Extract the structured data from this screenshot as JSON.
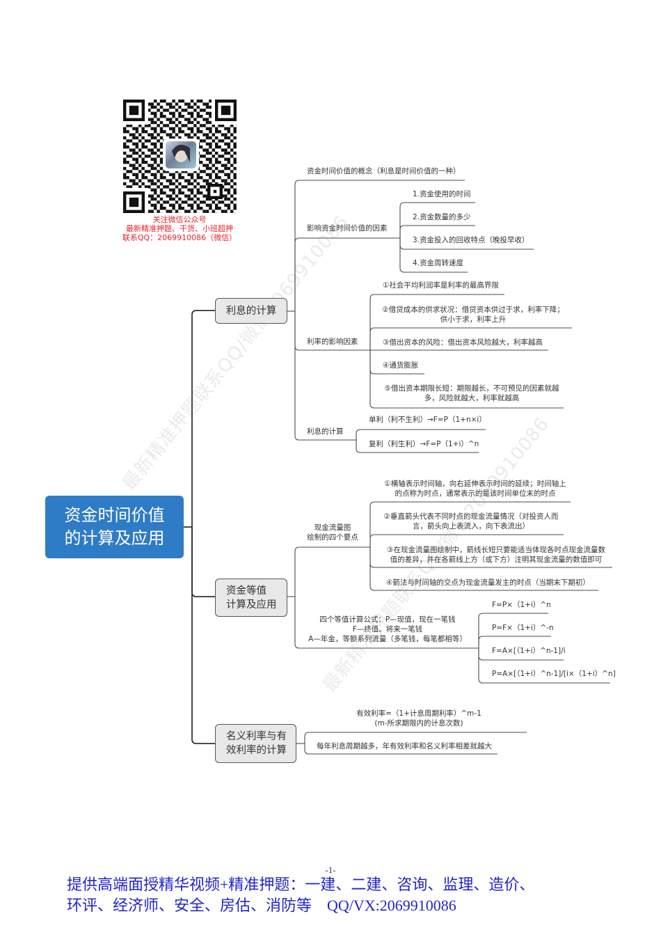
{
  "qr": {
    "icon": "qr-code-icon",
    "avatar_icon": "avatar-photo",
    "caption": "关注微信公众号\n最新精准押题、干货、小班超押\n联系QQ：2069910086（微信）"
  },
  "watermark": "最新精准押题联系QQ/微信2069910086",
  "mindmap": {
    "root": "资金时间价值\n的计算及应用",
    "colors": {
      "root_fill": "#2e7bc6",
      "branch_fill": "#e8e8e8",
      "line": "#4a4a4a"
    },
    "branches": [
      {
        "label": "利息的计算",
        "children": [
          {
            "label": "资金时间价值的概念（利息是时间价值的一种）"
          },
          {
            "label": "影响资金时间价值的因素",
            "children": [
              "1.资金使用的时间",
              "2.资金数量的多少",
              "3.资金投入的回收特点（晚投早收）",
              "4.资金周转速度"
            ]
          },
          {
            "label": "利率的影响因素",
            "children": [
              "①社会平均利润率是利率的最高界限",
              "②借贷成本的供求状况：借贷资本供过于求，利率下降；\n供小于求，利率上升",
              "③借出资本的风险：借出资本风险越大，利率越高",
              "④通货膨胀",
              "⑤借出资本期限长短：期限越长，不可预见的因素就越\n多，风险就越大，利率就越高"
            ]
          },
          {
            "label": "利息的计算",
            "children": [
              "单利（利不生利）→F=P（1+n×i）",
              "复利（利生利）→F=P（1+i）^n"
            ]
          }
        ]
      },
      {
        "label": "资金等值\n计算及应用",
        "children": [
          {
            "label": "现金流量图\n绘制的四个要点",
            "children": [
              "①横轴表示时间轴，向右延伸表示时间的延续；时间轴上\n的点称为时点，通常表示的是该时间单位末的时点",
              "②垂直箭头代表不同时点的现金流量情况（对投资人而\n言，箭头向上表流入，向下表流出）",
              "③在现金流量图绘制中，箭线长短只要能适当体现各时点现金流量数\n值的差异，并在各箭线上方（或下方）注明其现金流量的数值即可",
              "④箭法与时间轴的交点为现金流量发主的时点（当期末下期初）"
            ]
          },
          {
            "label": "四个等值计算公式：P—现值，现在一笔钱\nF—终值。将来一笔钱\nA—年金，等额系列流量（多笔钱，每笔都相等）",
            "children": [
              "F=P×（1+i）^n",
              "P=F×（1+i）^-n",
              "F=A×[（1+i）^n-1]/i",
              "P=A×[（1+i）^n-1]/[i×（1+i）^n]"
            ]
          }
        ]
      },
      {
        "label": "名义利率与有\n效利率的计算",
        "children": [
          {
            "label": "有效利率=（1+计息周期利率）^m-1\n(m-所求期限内的计息次数)"
          },
          {
            "label": "每年利息周期越多，年有效利率和名义利率相差就越大"
          }
        ]
      }
    ]
  },
  "footer": {
    "page_number": "-1-",
    "text": "提供高端面授精华视频+精准押题：一建、二建、咨询、监理、造价、\n环评、经济师、安全、房估、消防等　QQ/VX:2069910086"
  }
}
